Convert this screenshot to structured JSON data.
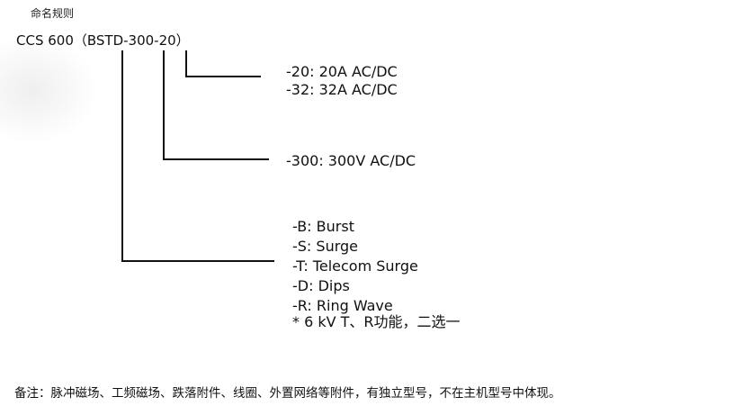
{
  "title": "命名规则",
  "model_code": "CCS 600（BSTD-300-20）",
  "branches": [
    {
      "id": "current",
      "lines": [
        "-20:  20A AC/DC",
        "-32:  32A AC/DC"
      ]
    },
    {
      "id": "voltage",
      "lines": [
        "-300: 300V AC/DC"
      ]
    },
    {
      "id": "functions",
      "lines": [
        "-B: Burst",
        "-S: Surge",
        "-T: Telecom Surge",
        "-D: Dips",
        "-R: Ring Wave",
        "* 6 kV T、R功能，二选一"
      ]
    }
  ],
  "note": "备注：脉冲磁场、工频磁场、跌落附件、线圈、外置网络等附件，有独立型号，不在主机型号中体现。"
}
